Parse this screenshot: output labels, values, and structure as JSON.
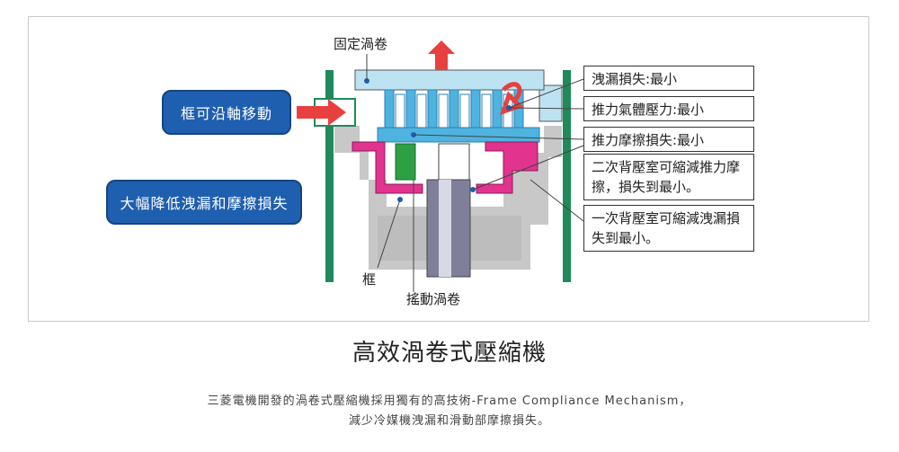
{
  "diagram": {
    "labels": {
      "fixed_scroll": "固定渦卷",
      "frame": "框",
      "orbiting_scroll": "搖動渦卷"
    },
    "pills": {
      "axial_move": "框可沿軸移動",
      "reduce_loss": "大幅降低洩漏和摩擦損失"
    },
    "callouts": {
      "leak_loss": "洩漏損失:最小",
      "thrust_gas": "推力氣體壓力:最小",
      "thrust_friction": "推力摩擦損失:最小",
      "second_back": "二次背壓室可縮減推力摩擦，損失到最小。",
      "first_back": "一次背壓室可縮減洩漏損失到最小。"
    },
    "colors": {
      "accent_blue": "#1f5fb0",
      "arrow_red": "#e8403f",
      "seal_magenta": "#e2338f",
      "frame_green": "#1f8a5a",
      "light_blue": "#bde3f2",
      "gray": "#c8c8c8"
    }
  },
  "main": {
    "title": "高效渦卷式壓縮機",
    "desc_line1": "三菱電機開發的渦卷式壓縮機採用獨有的高技術-Frame Compliance Mechanism，",
    "desc_line2": "減少冷媒機洩漏和滑動部摩擦損失。"
  }
}
